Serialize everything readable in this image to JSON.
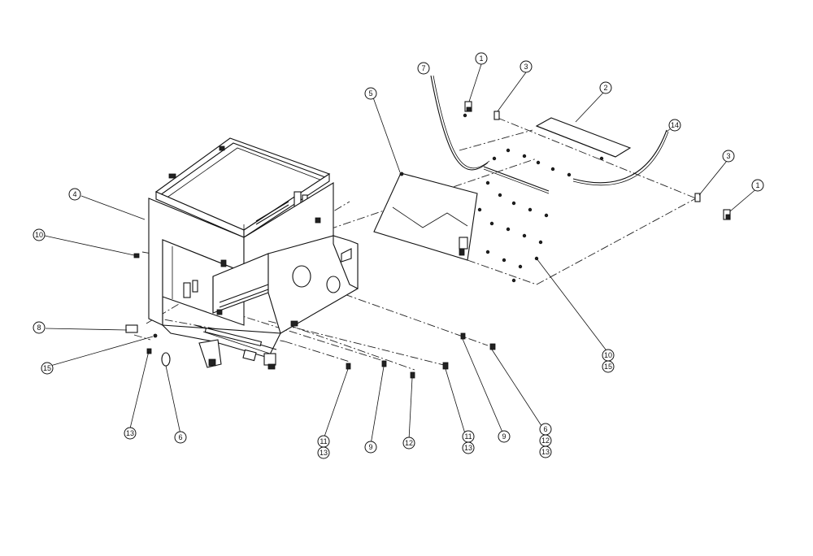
{
  "callouts": [
    {
      "id": "c1a",
      "label": "1"
    },
    {
      "id": "c3a",
      "label": "3"
    },
    {
      "id": "c7",
      "label": "7"
    },
    {
      "id": "c5",
      "label": "5"
    },
    {
      "id": "c2",
      "label": "2"
    },
    {
      "id": "c14",
      "label": "14"
    },
    {
      "id": "c3b",
      "label": "3"
    },
    {
      "id": "c1b",
      "label": "1"
    },
    {
      "id": "c4",
      "label": "4"
    },
    {
      "id": "c10a",
      "label": "10"
    },
    {
      "id": "c8",
      "label": "8"
    },
    {
      "id": "c15a",
      "label": "15"
    },
    {
      "id": "c13a",
      "label": "13"
    },
    {
      "id": "c6a",
      "label": "6"
    },
    {
      "id": "c11a",
      "label": "11"
    },
    {
      "id": "c13b",
      "label": "13"
    },
    {
      "id": "c9a",
      "label": "9"
    },
    {
      "id": "c12a",
      "label": "12"
    },
    {
      "id": "c11b",
      "label": "11"
    },
    {
      "id": "c13c",
      "label": "13"
    },
    {
      "id": "c9b",
      "label": "9"
    },
    {
      "id": "c10b",
      "label": "10"
    },
    {
      "id": "c15b",
      "label": "15"
    },
    {
      "id": "c6b",
      "label": "6"
    },
    {
      "id": "c12b",
      "label": "12"
    },
    {
      "id": "c13d",
      "label": "13"
    }
  ]
}
